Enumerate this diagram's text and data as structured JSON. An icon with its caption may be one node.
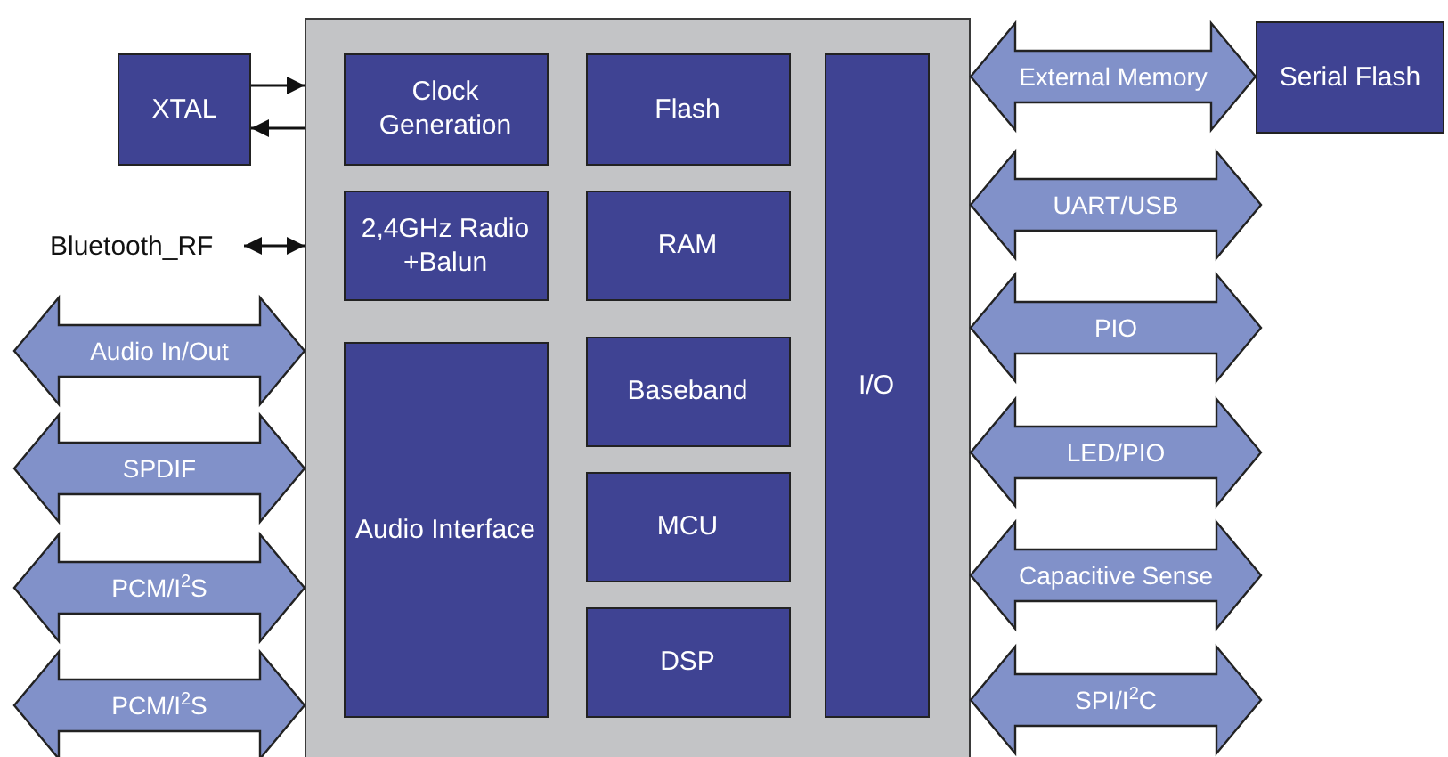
{
  "diagram": {
    "nodes": [
      {
        "text": [],
        "shape": "box"
      },
      {
        "text": [
          "XTAL"
        ]
      },
      {
        "text": [
          "Clock Generation"
        ],
        "in": 0
      },
      {
        "text": [
          "Flash"
        ],
        "in": 0
      },
      {
        "text": [
          "I/O"
        ],
        "in": 0
      },
      {
        "text": [
          "Bluetooth_RF"
        ]
      },
      {
        "text": [
          "2,4GHz Radio +Balun"
        ],
        "in": 0
      },
      {
        "text": [
          "RAM"
        ],
        "in": 0
      },
      {
        "text": [
          "Audio Interface"
        ],
        "in": 0
      },
      {
        "text": [
          "Baseband"
        ],
        "in": 0
      },
      {
        "text": [
          "MCU"
        ],
        "in": 0
      },
      {
        "text": [
          "DSP"
        ],
        "in": 0
      },
      {
        "text": [
          "Serial Flash"
        ]
      }
    ],
    "edges": [
      {
        "from": 1,
        "to": 0,
        "arrow": "to"
      },
      {
        "from": 0,
        "to": 1,
        "arrow": "to"
      },
      {
        "from": 5,
        "to": 0,
        "arrow": "both"
      },
      {
        "from": null,
        "to": 0,
        "arrow": "both",
        "label": "Audio In/Out",
        "style": "thick"
      },
      {
        "from": null,
        "to": 0,
        "arrow": "both",
        "label": "SPDIF",
        "style": "thick"
      },
      {
        "from": null,
        "to": 0,
        "arrow": "both",
        "label": "PCM/I$^{2}$S",
        "style": "thick"
      },
      {
        "from": null,
        "to": 0,
        "arrow": "both",
        "label": "PCM/I$^{2}$S",
        "style": "thick"
      },
      {
        "from": 0,
        "to": 12,
        "arrow": "both",
        "label": "External Memory",
        "style": "thick"
      },
      {
        "from": 0,
        "to": null,
        "arrow": "both",
        "label": "UART/USB",
        "style": "thick"
      },
      {
        "from": 0,
        "to": null,
        "arrow": "both",
        "label": "PIO",
        "style": "thick"
      },
      {
        "from": 0,
        "to": null,
        "arrow": "both",
        "label": "LED/PIO",
        "style": "thick"
      },
      {
        "from": 0,
        "to": null,
        "arrow": "both",
        "label": "Capacitive Sense",
        "style": "thick"
      },
      {
        "from": 0,
        "to": null,
        "arrow": "both",
        "label": "SPI/I$^{2}$C",
        "style": "thick"
      }
    ]
  }
}
